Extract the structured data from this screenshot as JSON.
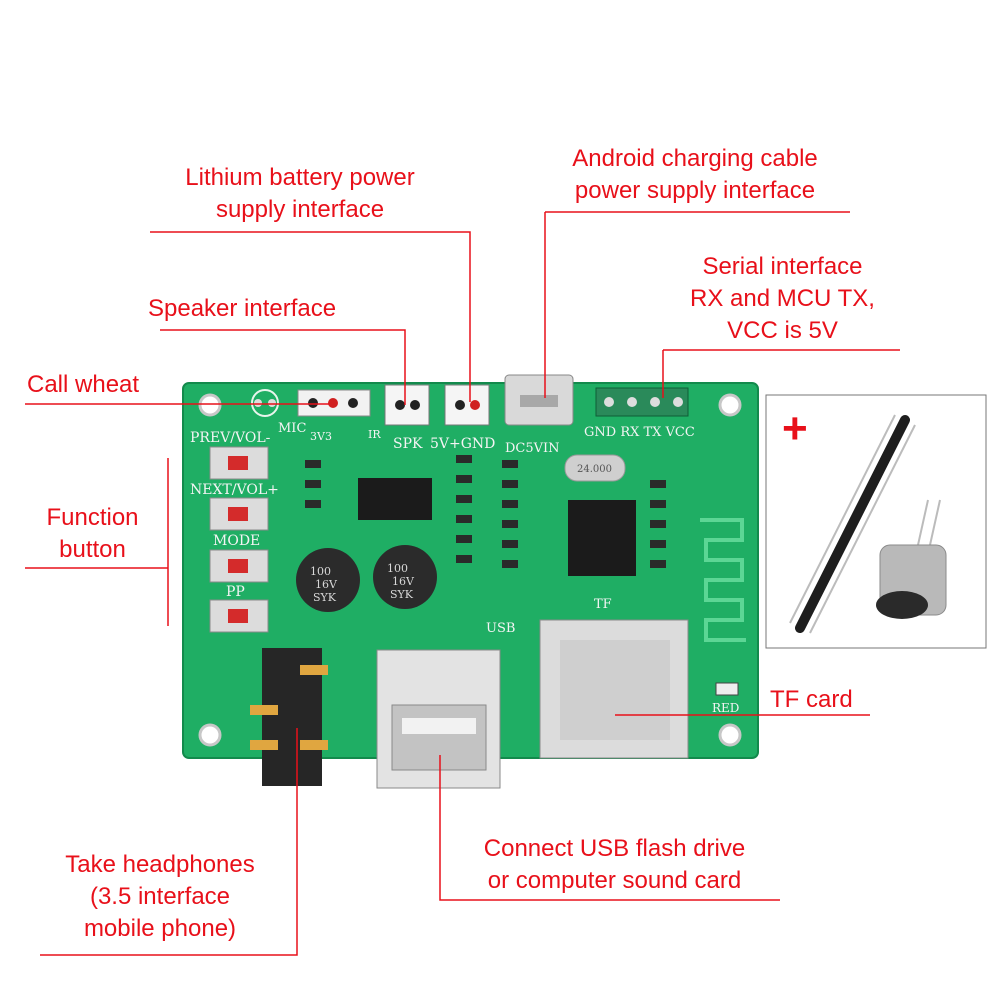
{
  "labels": {
    "lithium": [
      "Lithium battery power",
      "supply interface"
    ],
    "android": [
      "Android charging cable",
      "power supply interface"
    ],
    "serial": [
      "Serial interface",
      "RX and MCU TX,",
      "VCC is 5V"
    ],
    "speaker": "Speaker interface",
    "call": "Call wheat",
    "function": [
      "Function",
      "button"
    ],
    "tf": "TF card",
    "headphones": [
      "Take headphones",
      "(3.5 interface",
      "mobile phone)"
    ],
    "usb": [
      "Connect  USB flash drive",
      "or computer sound card"
    ]
  },
  "plus_sign": "+",
  "silkscreen": {
    "prev": "PREV/VOL-",
    "next": "NEXT/VOL+",
    "mode": "MODE",
    "pp": "PP",
    "mic": "MIC",
    "v3": "3V3",
    "ir": "IR",
    "spk": "SPK",
    "power": "5V+GND",
    "dc": "DC5VIN",
    "serial": "GND RX TX VCC",
    "usb": "USB",
    "tf": "TF",
    "red": "RED",
    "cap1": [
      "100",
      "16V",
      "SYK"
    ],
    "cap2": [
      "100",
      "16V",
      "SYK"
    ],
    "crystal": "24.000"
  },
  "colors": {
    "label": "#e8101a",
    "pcb": "#1fae64",
    "leader": "#e8101a"
  }
}
